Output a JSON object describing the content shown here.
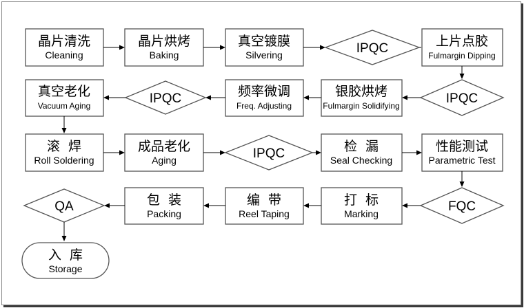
{
  "steps": {
    "cleaning": {
      "zh": "晶片清洗",
      "en": "Cleaning"
    },
    "baking": {
      "zh": "晶片烘烤",
      "en": "Baking"
    },
    "silvering": {
      "zh": "真空镀膜",
      "en": "Silvering"
    },
    "ipqc1": {
      "label": "IPQC"
    },
    "fulmargin_dip": {
      "zh": "上片点胶",
      "en": "Fulmargin Dipping"
    },
    "fulmargin_sol": {
      "zh": "银胶烘烤",
      "en": "Fulmargin Solidifying"
    },
    "freq_adjust": {
      "zh": "频率微调",
      "en": "Freq. Adjusting"
    },
    "ipqc2": {
      "label": "IPQC"
    },
    "ipqc3": {
      "label": "IPQC"
    },
    "vacuum_aging": {
      "zh": "真空老化",
      "en": "Vacuum Aging"
    },
    "roll_solder": {
      "zh": "滚  焊",
      "en": "Roll Soldering"
    },
    "aging": {
      "zh": "成品老化",
      "en": "Aging"
    },
    "ipqc4": {
      "label": "IPQC"
    },
    "seal_check": {
      "zh": "检  漏",
      "en": "Seal Checking"
    },
    "parametric": {
      "zh": "性能测试",
      "en": "Parametric Test"
    },
    "fqc": {
      "label": "FQC"
    },
    "marking": {
      "zh": "打  标",
      "en": "Marking"
    },
    "reel_taping": {
      "zh": "编  带",
      "en": "Reel Taping"
    },
    "packing": {
      "zh": "包  装",
      "en": "Packing"
    },
    "qa": {
      "label": "QA"
    },
    "storage": {
      "zh": "入  库",
      "en": "Storage"
    }
  }
}
